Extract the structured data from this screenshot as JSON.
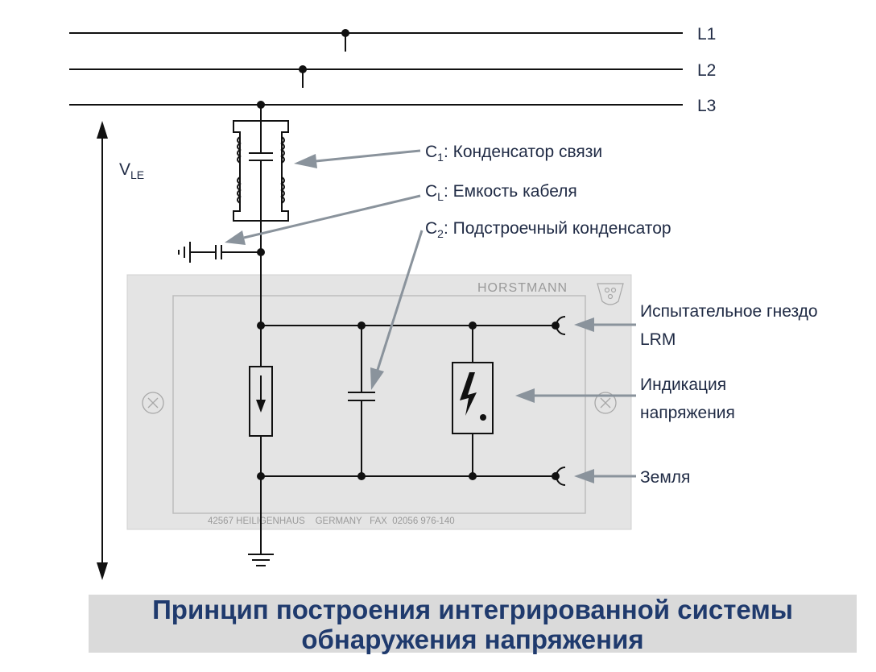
{
  "lines": {
    "l1": "L1",
    "l2": "L2",
    "l3": "L3"
  },
  "voltage": {
    "main": "V",
    "sub": "LE"
  },
  "labels": {
    "c1_main": "C",
    "c1_sub": "1",
    "c1_text": ": Конденсатор связи",
    "cl_main": "C",
    "cl_sub": "L",
    "cl_text": ": Емкость кабеля",
    "c2_main": "C",
    "c2_sub": "2",
    "c2_text": ": Подстроечный конденсатор",
    "test_socket_line1": "Испытательное гнездо",
    "test_socket_line2": "LRM",
    "indication_line1": "Индикация",
    "indication_line2": "напряжения",
    "ground": "Земля"
  },
  "plate": {
    "brand": "HORSTMANN",
    "address": "42567 HEILIGENHAUS    GERMANY   FAX  02056 976-140"
  },
  "caption": {
    "text": "Принцип построения интегрированной системы\nобнаружения напряжения"
  },
  "colors": {
    "wire": "#111111",
    "text": "#1f2a44",
    "arrow": "#8a939c",
    "plate": "#e4e4e4",
    "caption_bg": "#dadada",
    "caption_text": "#1f3a6d"
  }
}
